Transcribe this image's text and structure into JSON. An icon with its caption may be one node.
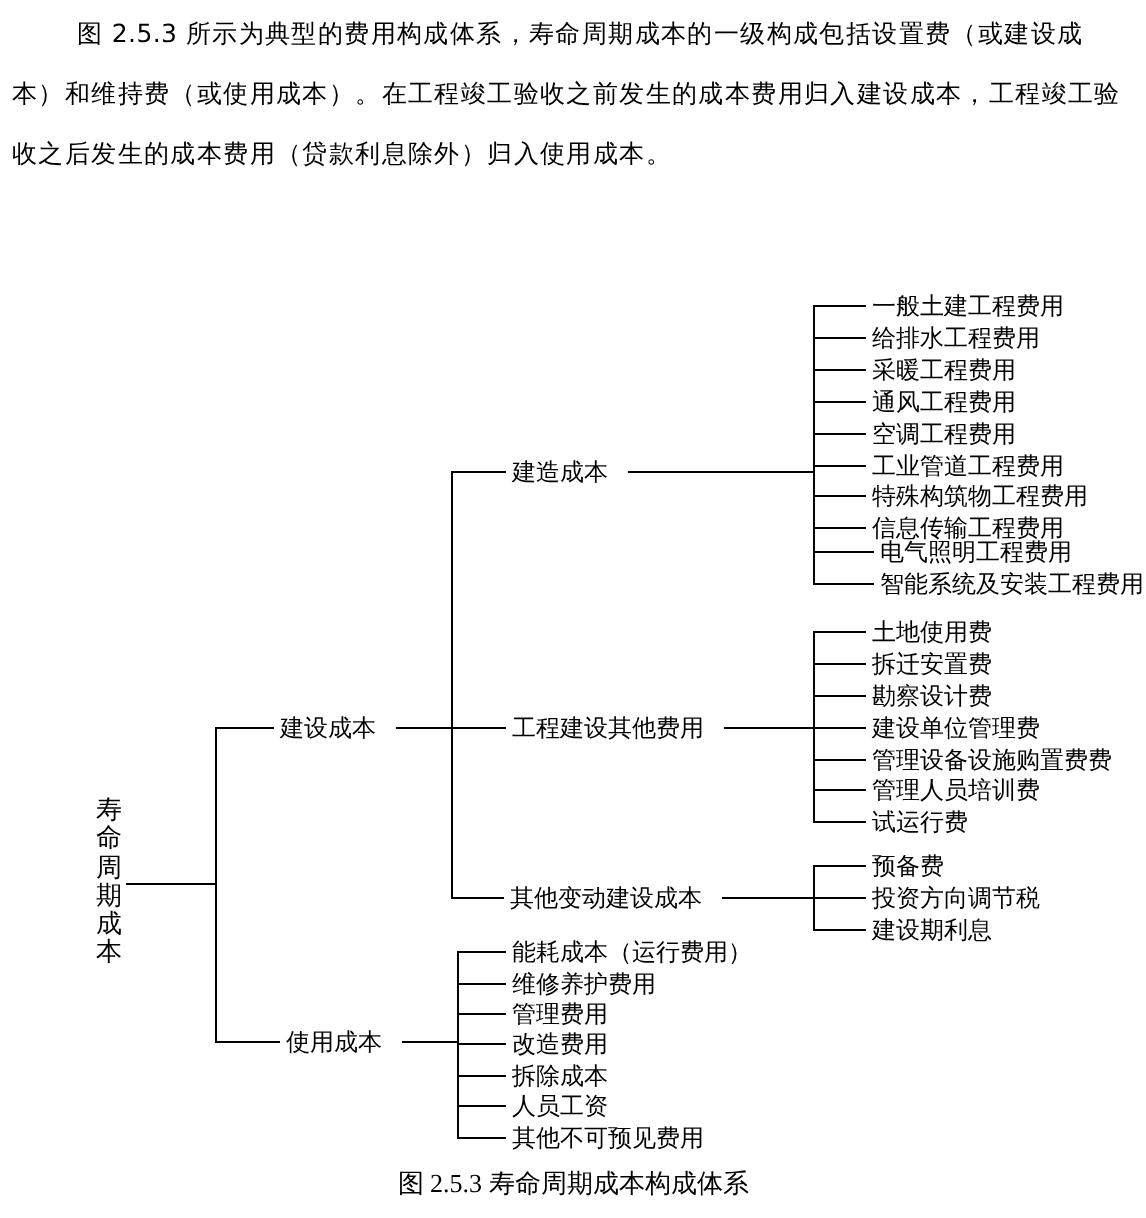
{
  "diagram": {
    "caption": "图 2.5.3 寿命周期成本构成体系",
    "nodes": [
      {
        "text": [
          "寿命周期成本"
        ]
      },
      {
        "text": [
          "建设成本"
        ]
      },
      {
        "text": [
          "使用成本"
        ]
      },
      {
        "text": [
          "建造成本"
        ]
      },
      {
        "text": [
          "工程建设其他费用"
        ]
      },
      {
        "text": [
          "其他变动建设成本"
        ]
      },
      {
        "text": [
          "一般土建工程费用"
        ]
      },
      {
        "text": [
          "给排水工程费用"
        ]
      },
      {
        "text": [
          "采暖工程费用"
        ]
      },
      {
        "text": [
          "通风工程费用"
        ]
      },
      {
        "text": [
          "空调工程费用"
        ]
      },
      {
        "text": [
          "工业管道工程费用"
        ]
      },
      {
        "text": [
          "特殊构筑物工程费用"
        ]
      },
      {
        "text": [
          "信息传输工程费用"
        ]
      },
      {
        "text": [
          "电气照明工程费用"
        ]
      },
      {
        "text": [
          "智能系统及安装工程费用"
        ]
      },
      {
        "text": [
          "土地使用费"
        ]
      },
      {
        "text": [
          "拆迁安置费"
        ]
      },
      {
        "text": [
          "勘察设计费"
        ]
      },
      {
        "text": [
          "建设单位管理费"
        ]
      },
      {
        "text": [
          "管理设备设施购置费费"
        ]
      },
      {
        "text": [
          "管理人员培训费"
        ]
      },
      {
        "text": [
          "试运行费"
        ]
      },
      {
        "text": [
          "预备费"
        ]
      },
      {
        "text": [
          "投资方向调节税"
        ]
      },
      {
        "text": [
          "建设期利息"
        ]
      },
      {
        "text": [
          "能耗成本（运行费用）"
        ]
      },
      {
        "text": [
          "维修养护费用"
        ]
      },
      {
        "text": [
          "管理费用"
        ]
      },
      {
        "text": [
          "改造费用"
        ]
      },
      {
        "text": [
          "拆除成本"
        ]
      },
      {
        "text": [
          "人员工资"
        ]
      },
      {
        "text": [
          "其他不可预见费用"
        ]
      }
    ],
    "edges": [
      {
        "from": 0,
        "to": 1,
        "arrow": "none"
      },
      {
        "from": 0,
        "to": 2,
        "arrow": "none"
      },
      {
        "from": 1,
        "to": 3,
        "arrow": "none"
      },
      {
        "from": 1,
        "to": 4,
        "arrow": "none"
      },
      {
        "from": 1,
        "to": 5,
        "arrow": "none"
      },
      {
        "from": 3,
        "to": 6,
        "arrow": "none"
      },
      {
        "from": 3,
        "to": 7,
        "arrow": "none"
      },
      {
        "from": 3,
        "to": 8,
        "arrow": "none"
      },
      {
        "from": 3,
        "to": 9,
        "arrow": "none"
      },
      {
        "from": 3,
        "to": 10,
        "arrow": "none"
      },
      {
        "from": 3,
        "to": 11,
        "arrow": "none"
      },
      {
        "from": 3,
        "to": 12,
        "arrow": "none"
      },
      {
        "from": 3,
        "to": 13,
        "arrow": "none"
      },
      {
        "from": 3,
        "to": 14,
        "arrow": "none"
      },
      {
        "from": 3,
        "to": 15,
        "arrow": "none"
      },
      {
        "from": 4,
        "to": 16,
        "arrow": "none"
      },
      {
        "from": 4,
        "to": 17,
        "arrow": "none"
      },
      {
        "from": 4,
        "to": 18,
        "arrow": "none"
      },
      {
        "from": 4,
        "to": 19,
        "arrow": "none"
      },
      {
        "from": 4,
        "to": 20,
        "arrow": "none"
      },
      {
        "from": 4,
        "to": 21,
        "arrow": "none"
      },
      {
        "from": 4,
        "to": 22,
        "arrow": "none"
      },
      {
        "from": 5,
        "to": 23,
        "arrow": "none"
      },
      {
        "from": 5,
        "to": 24,
        "arrow": "none"
      },
      {
        "from": 5,
        "to": 25,
        "arrow": "none"
      },
      {
        "from": 2,
        "to": 26,
        "arrow": "none"
      },
      {
        "from": 2,
        "to": 27,
        "arrow": "none"
      },
      {
        "from": 2,
        "to": 28,
        "arrow": "none"
      },
      {
        "from": 2,
        "to": 29,
        "arrow": "none"
      },
      {
        "from": 2,
        "to": 30,
        "arrow": "none"
      },
      {
        "from": 2,
        "to": 31,
        "arrow": "none"
      },
      {
        "from": 2,
        "to": 32,
        "arrow": "none"
      }
    ],
    "labels": [
      "图 2.5.3 所示为典型的费用构成体系，寿命周期成本的一级构成包括设置费（或建设成本）和维持费（或使用成本）。在工程竣工验收之前发生的成本费用归入建设成本，工程竣工验收之后发生的成本费用（贷款利息除外）归入使用成本。"
    ]
  }
}
